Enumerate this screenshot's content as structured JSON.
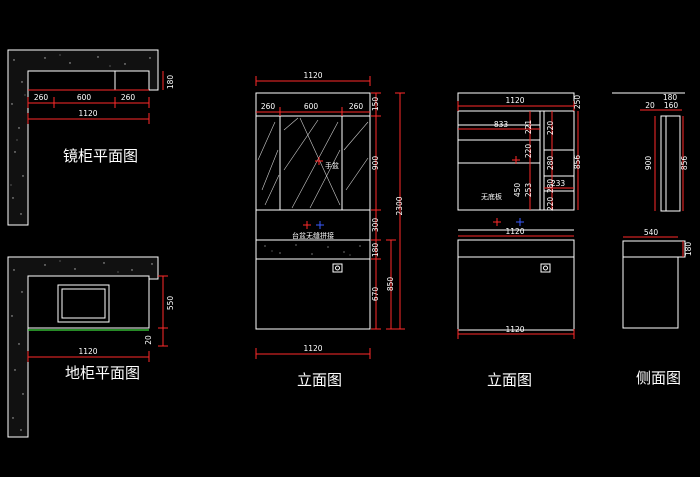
{
  "captions": {
    "mirror_plan": "镜柜平面图",
    "floor_plan": "地柜平面图",
    "elev1": "立面图",
    "elev2": "立面图",
    "side": "侧面图"
  },
  "notes": {
    "handbasin": "手盆",
    "counter": "台盆无缝拼接",
    "no_board": "无底板"
  },
  "mirror_plan": {
    "d_180": "180",
    "d_260a": "260",
    "d_600": "600",
    "d_260b": "260",
    "d_1120": "1120"
  },
  "floor_plan": {
    "d_550": "550",
    "d_20": "20",
    "d_1120": "1120"
  },
  "elev1": {
    "top_1120": "1120",
    "d_260a": "260",
    "d_600": "600",
    "d_260b": "260",
    "v_150": "150",
    "v_900": "900",
    "v_2300": "2300",
    "v_300": "300",
    "v_180": "180",
    "v_670": "670",
    "v_850": "850",
    "bottom_1120": "1120"
  },
  "elev2": {
    "top_1120": "1120",
    "v_250": "250",
    "d_833": "833",
    "d_221": "221",
    "d_220": "220",
    "d_220b": "220",
    "d_280a": "280",
    "d_280b": "280",
    "d_233": "233",
    "d_450": "450",
    "d_253": "253",
    "d_220c": "220",
    "v_856": "856",
    "mid_1120": "1120",
    "bottom_1120": "1120"
  },
  "side": {
    "d_180": "180",
    "d_20": "20",
    "d_160": "160",
    "v_900": "900",
    "v_856": "856",
    "d_540": "540",
    "v_180": "180"
  }
}
